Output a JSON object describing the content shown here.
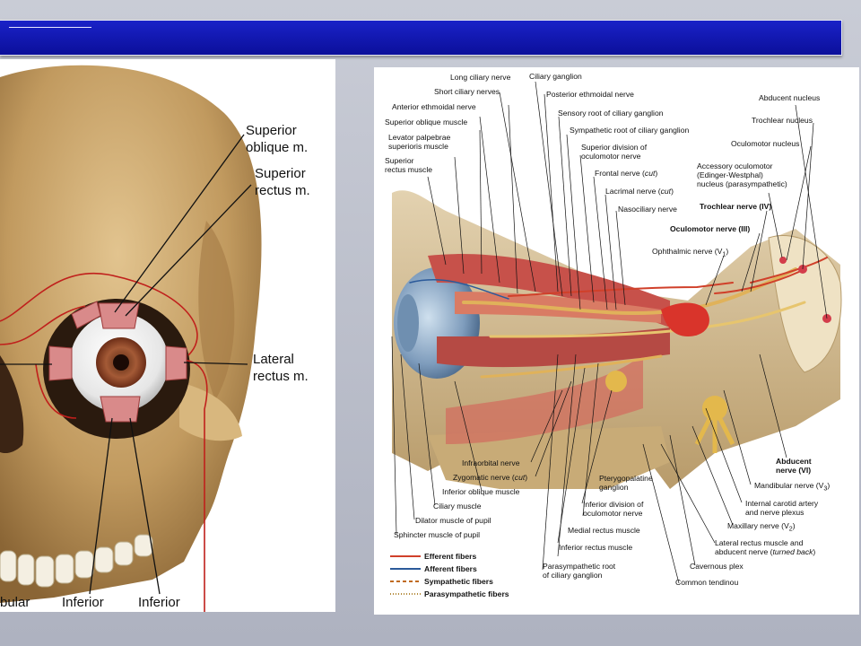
{
  "left_figure": {
    "labels": {
      "superior_oblique": [
        "Superior",
        "oblique m."
      ],
      "superior_rectus": [
        "Superior",
        "rectus m."
      ],
      "lateral_rectus": [
        "Lateral",
        "rectus m."
      ],
      "bottom_1": "bular",
      "bottom_2": "Inferior",
      "bottom_3": "Inferior"
    }
  },
  "right_figure": {
    "labels": {
      "long_ciliary": "Long ciliary nerve",
      "ciliary_ganglion": "Ciliary ganglion",
      "short_ciliary": "Short ciliary nerves",
      "post_ethmoidal": "Posterior ethmoidal nerve",
      "ant_ethmoidal": "Anterior ethmoidal nerve",
      "sensory_root": "Sensory root of ciliary ganglion",
      "sup_oblique": "Superior oblique muscle",
      "symp_root": "Sympathetic root of ciliary ganglion",
      "levator_1": "Levator palpebrae",
      "levator_2": "superioris muscle",
      "sup_div_1": "Superior division of",
      "sup_div_2": "oculomotor nerve",
      "sup_rectus_1": "Superior",
      "sup_rectus_2": "rectus muscle",
      "frontal_a": "Frontal nerve (",
      "frontal_b": "cut",
      "frontal_c": ")",
      "lacrimal_a": "Lacrimal nerve (",
      "lacrimal_b": "cut",
      "lacrimal_c": ")",
      "nasociliary": "Nasociliary nerve",
      "abducent_nucleus": "Abducent nucleus",
      "trochlear_nucleus": "Trochlear nucleus",
      "oculomotor_nucleus": "Oculomotor nucleus",
      "accessory_1": "Accessory oculomotor",
      "accessory_2": "(Edinger-Westphal)",
      "accessory_3": "nucleus (parasympathetic)",
      "trochlear_nerve": "Trochlear nerve (IV)",
      "oculomotor_nerve": "Oculomotor nerve (III)",
      "ophthalmic_nerve": "Ophthalmic nerve (V",
      "ophthalmic_sub": "1",
      "ophthalmic_end": ")",
      "abducent_nerve_1": "Abducent",
      "abducent_nerve_2": "nerve (VI)",
      "mandibular": "Mandibular nerve (V",
      "mandibular_sub": "3",
      "mandibular_end": ")",
      "internal_carotid_1": "Internal carotid artery",
      "internal_carotid_2": "and nerve plexus",
      "maxillary": "Maxillary nerve (V",
      "maxillary_sub": "2",
      "maxillary_end": ")",
      "lateral_rectus_1": "Lateral rectus muscle and",
      "lateral_rectus_2a": "abducent nerve (",
      "lateral_rectus_2b": "turned back",
      "lateral_rectus_2c": ")",
      "cavernous": "Cavernous plex",
      "common_tendinous": "Common tendinou",
      "infraorbital": "Infraorbital nerve",
      "zygomatic_a": "Zygomatic nerve (",
      "zygomatic_b": "cut",
      "zygomatic_c": ")",
      "inf_oblique": "Inferior oblique muscle",
      "ciliary_muscle": "Ciliary muscle",
      "dilator": "Dilator muscle of pupil",
      "sphincter": "Sphincter muscle of pupil",
      "pterygo_1": "Pterygopalatine",
      "pterygo_2": "ganglion",
      "inf_div_1": "Inferior division of",
      "inf_div_2": "oculomotor nerve",
      "medial_rectus": "Medial rectus muscle",
      "inf_rectus": "Inferior rectus muscle",
      "parasym_root_1": "Parasympathetic root",
      "parasym_root_2": "of ciliary ganglion"
    },
    "legend": [
      {
        "label": "Efferent fibers",
        "color": "#d0402a",
        "style": "solid"
      },
      {
        "label": "Afferent fibers",
        "color": "#2b5a9a",
        "style": "solid"
      },
      {
        "label": "Sympathetic fibers",
        "color": "#c06a20",
        "style": "dashed"
      },
      {
        "label": "Parasympathetic fibers",
        "color": "#b38a3a",
        "style": "dotted"
      }
    ]
  }
}
